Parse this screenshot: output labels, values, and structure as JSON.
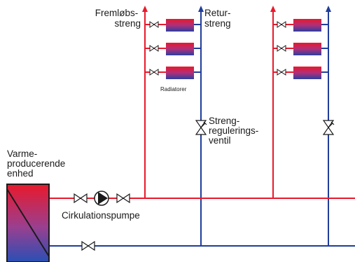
{
  "labels": {
    "supply_riser": [
      "Fremløbs-",
      "streng"
    ],
    "return_riser": [
      "Retur-",
      "streng"
    ],
    "radiators": "Radiatorer",
    "balancing_valve": [
      "Streng-",
      "regulerings-",
      "ventil"
    ],
    "heat_source": [
      "Varme-",
      "producerende",
      "enhed"
    ],
    "pump": "Cirkulationspumpe"
  },
  "colors": {
    "supply": "#e8192c",
    "return": "#1f3d9a",
    "radiator_top": "#e8192c",
    "radiator_bottom": "#2a3fa0",
    "valve_stroke": "#1a1a1a"
  }
}
